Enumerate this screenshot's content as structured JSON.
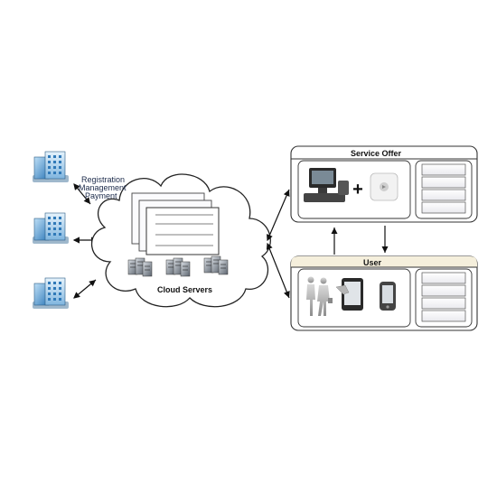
{
  "annotations": {
    "registration": "Registration",
    "management": "Management",
    "payment": "Payment"
  },
  "cloud": {
    "label": "Cloud Servers"
  },
  "service_offer": {
    "title": "Service Offer"
  },
  "user": {
    "title": "User"
  },
  "icons": {
    "building": "office-building-icon",
    "server": "server-rack-icon",
    "pos": "pos-terminal-icon",
    "beacon": "beacon-device-icon",
    "people": "people-silhouette-icon",
    "tablet": "tablet-icon",
    "phone": "smartphone-icon"
  },
  "colors": {
    "panel_border": "#444444",
    "user_header": "#f5efdc",
    "building_blue": "#4a90c8",
    "plus": "#111111"
  }
}
